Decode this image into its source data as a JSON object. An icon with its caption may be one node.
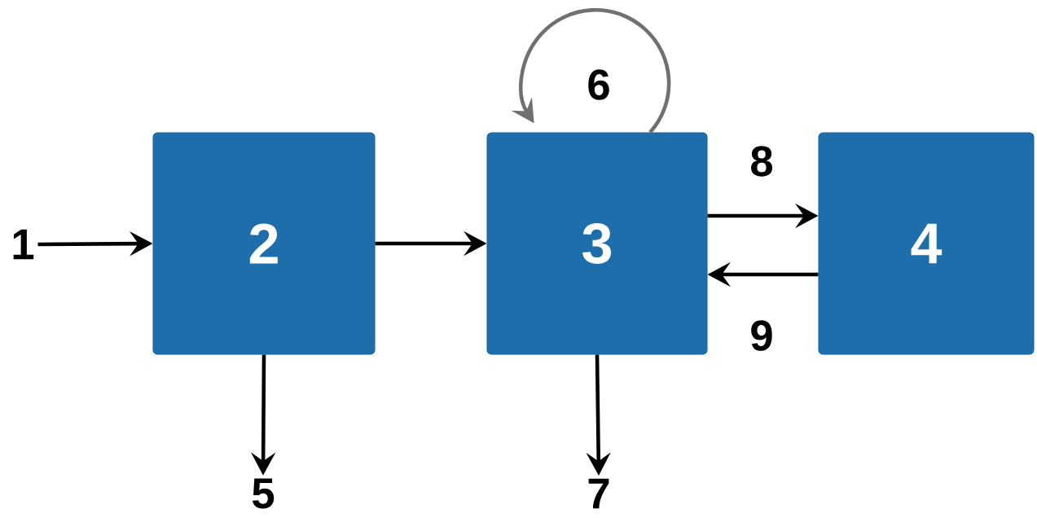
{
  "diagram": {
    "nodes": [
      {
        "text": [
          "1"
        ]
      },
      {
        "text": [
          "2"
        ]
      },
      {
        "text": [
          "3"
        ]
      },
      {
        "text": [
          "4"
        ]
      },
      {
        "text": [
          "5"
        ]
      },
      {
        "text": [
          "7"
        ]
      }
    ],
    "edges": [
      {
        "from": 0,
        "to": 1,
        "arrow": "to"
      },
      {
        "from": 1,
        "to": 2,
        "arrow": "to"
      },
      {
        "from": 2,
        "to": 2,
        "arrow": "to",
        "label": "6",
        "color": "#707070"
      },
      {
        "from": 2,
        "to": 3,
        "arrow": "to",
        "label": "8"
      },
      {
        "from": 3,
        "to": 2,
        "arrow": "to",
        "label": "9"
      },
      {
        "from": 1,
        "to": 4,
        "arrow": "to"
      },
      {
        "from": 2,
        "to": 5,
        "arrow": "to"
      }
    ]
  }
}
